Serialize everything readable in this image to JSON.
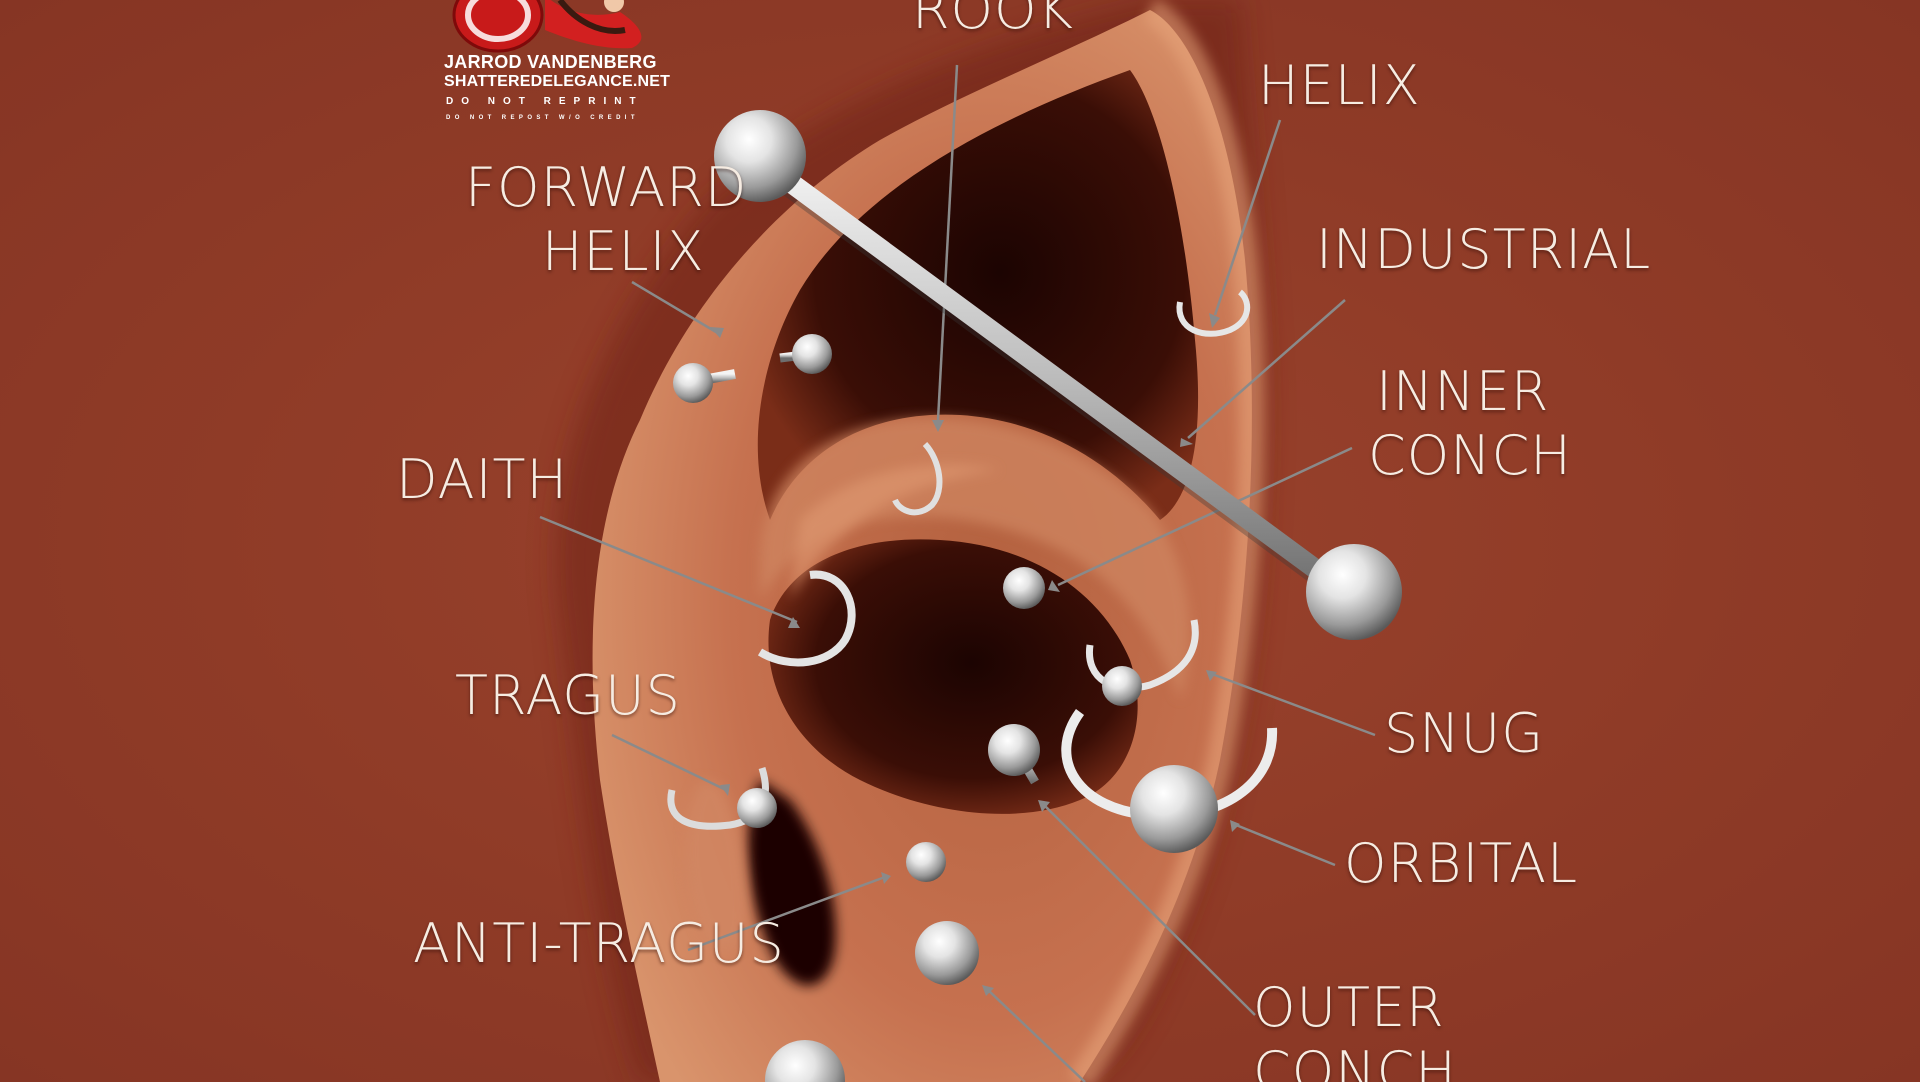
{
  "colors": {
    "background": "#8f3b27",
    "skin": "#c6714f",
    "shadow": "#2a0804",
    "label": "#f6ece2",
    "leader": "#8a8a8a",
    "metal": "#d8d8d8",
    "logo_red": "#d21d1d"
  },
  "watermark": {
    "name": "JARROD VANDENBERG",
    "site": "SHATTEREDELEGANCE.NET",
    "notice": "DO NOT REPRINT",
    "credit": "DO NOT REPOST W/O CREDIT",
    "logo_icon": "copyright-icon"
  },
  "labels": {
    "rook": [
      "ROOK"
    ],
    "helix": [
      "HELIX"
    ],
    "forward_helix": [
      "FORWARD",
      "HELIX"
    ],
    "industrial": [
      "INDUSTRIAL"
    ],
    "inner_conch": [
      "INNER",
      "CONCH"
    ],
    "daith": [
      "DAITH"
    ],
    "tragus": [
      "TRAGUS"
    ],
    "snug": [
      "SNUG"
    ],
    "orbital": [
      "ORBITAL"
    ],
    "anti_tragus": [
      "ANTI-TRAGUS"
    ],
    "outer_conch": [
      "OUTER",
      "CONCH"
    ]
  }
}
